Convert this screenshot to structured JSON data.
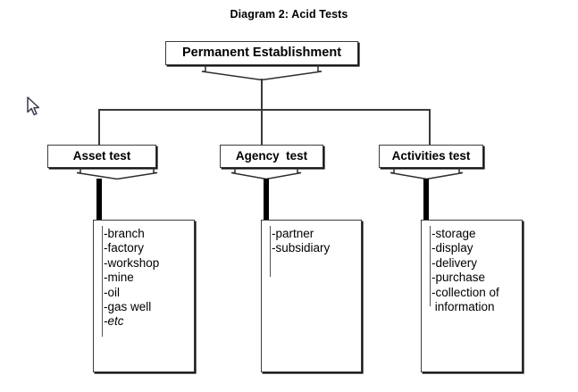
{
  "title": "Diagram 2: Acid Tests",
  "root": {
    "label": "Permanent Establishment"
  },
  "tests": [
    {
      "label": "Asset test"
    },
    {
      "label": "Agency  test"
    },
    {
      "label": "Activities test"
    }
  ],
  "lists": [
    {
      "for": "Asset test",
      "items": [
        {
          "text": "-branch",
          "style": "normal"
        },
        {
          "text": "-factory",
          "style": "normal"
        },
        {
          "text": "-workshop",
          "style": "normal"
        },
        {
          "text": "-mine",
          "style": "normal"
        },
        {
          "text": "-oil",
          "style": "normal"
        },
        {
          "text": "-gas well",
          "style": "normal"
        },
        {
          "text": "-etc",
          "style": "italic"
        }
      ]
    },
    {
      "for": "Agency  test",
      "items": [
        {
          "text": "-partner",
          "style": "normal"
        },
        {
          "text": "-subsidiary",
          "style": "normal"
        }
      ]
    },
    {
      "for": "Activities test",
      "items": [
        {
          "text": "-storage",
          "style": "normal"
        },
        {
          "text": "-display",
          "style": "normal"
        },
        {
          "text": "-delivery",
          "style": "normal"
        },
        {
          "text": "-purchase",
          "style": "normal"
        },
        {
          "text": "-collection of",
          "style": "normal"
        },
        {
          "text": " information",
          "style": "normal"
        }
      ]
    }
  ],
  "icons": {
    "cursor": "mouse-pointer-icon",
    "chevron": "down-chevron-connector-icon"
  },
  "colors": {
    "background": "#ffffff",
    "text": "#000000",
    "box_border": "#3c3c3c",
    "box_shadow": "#111111",
    "connector": "#3a3a3a",
    "stem": "#000000",
    "caret": "#555555"
  }
}
